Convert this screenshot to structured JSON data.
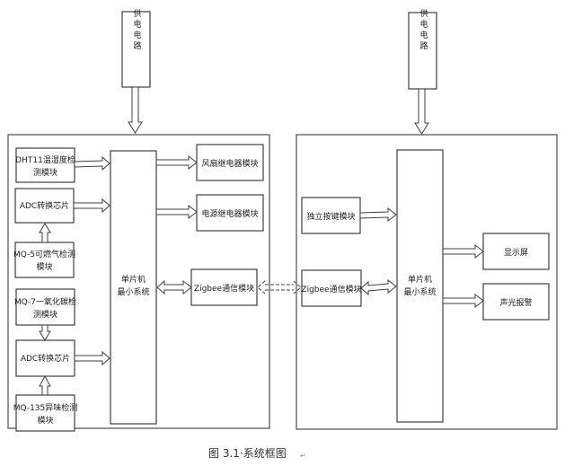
{
  "caption": "图 3.1·系统框图",
  "caption_mark": "↵",
  "left_system": {
    "power": "供电电路",
    "mcu": [
      "单片机",
      "最小系统"
    ],
    "sensors": {
      "dht11": [
        "DHT11温湿度检",
        "测模块"
      ],
      "adc1": [
        "ADC转换芯片"
      ],
      "mq5": [
        "MQ-5可燃气检测",
        "模块"
      ],
      "mq7": [
        "MQ-7一氧化碳检",
        "测模块"
      ],
      "adc2": [
        "ADC转换芯片"
      ],
      "mq135": [
        "MQ-135异味检测",
        "模块"
      ]
    },
    "outputs": {
      "fan_relay": "风扇继电器模块",
      "power_relay": "电源继电器模块",
      "zigbee": "Zigbee通信模块"
    }
  },
  "right_system": {
    "power": "供电电路",
    "mcu": [
      "单片机",
      "最小系统"
    ],
    "key": "独立按键模块",
    "zigbee": "Zigbee通信模块",
    "display": "显示屏",
    "alarm": "声光报警"
  }
}
